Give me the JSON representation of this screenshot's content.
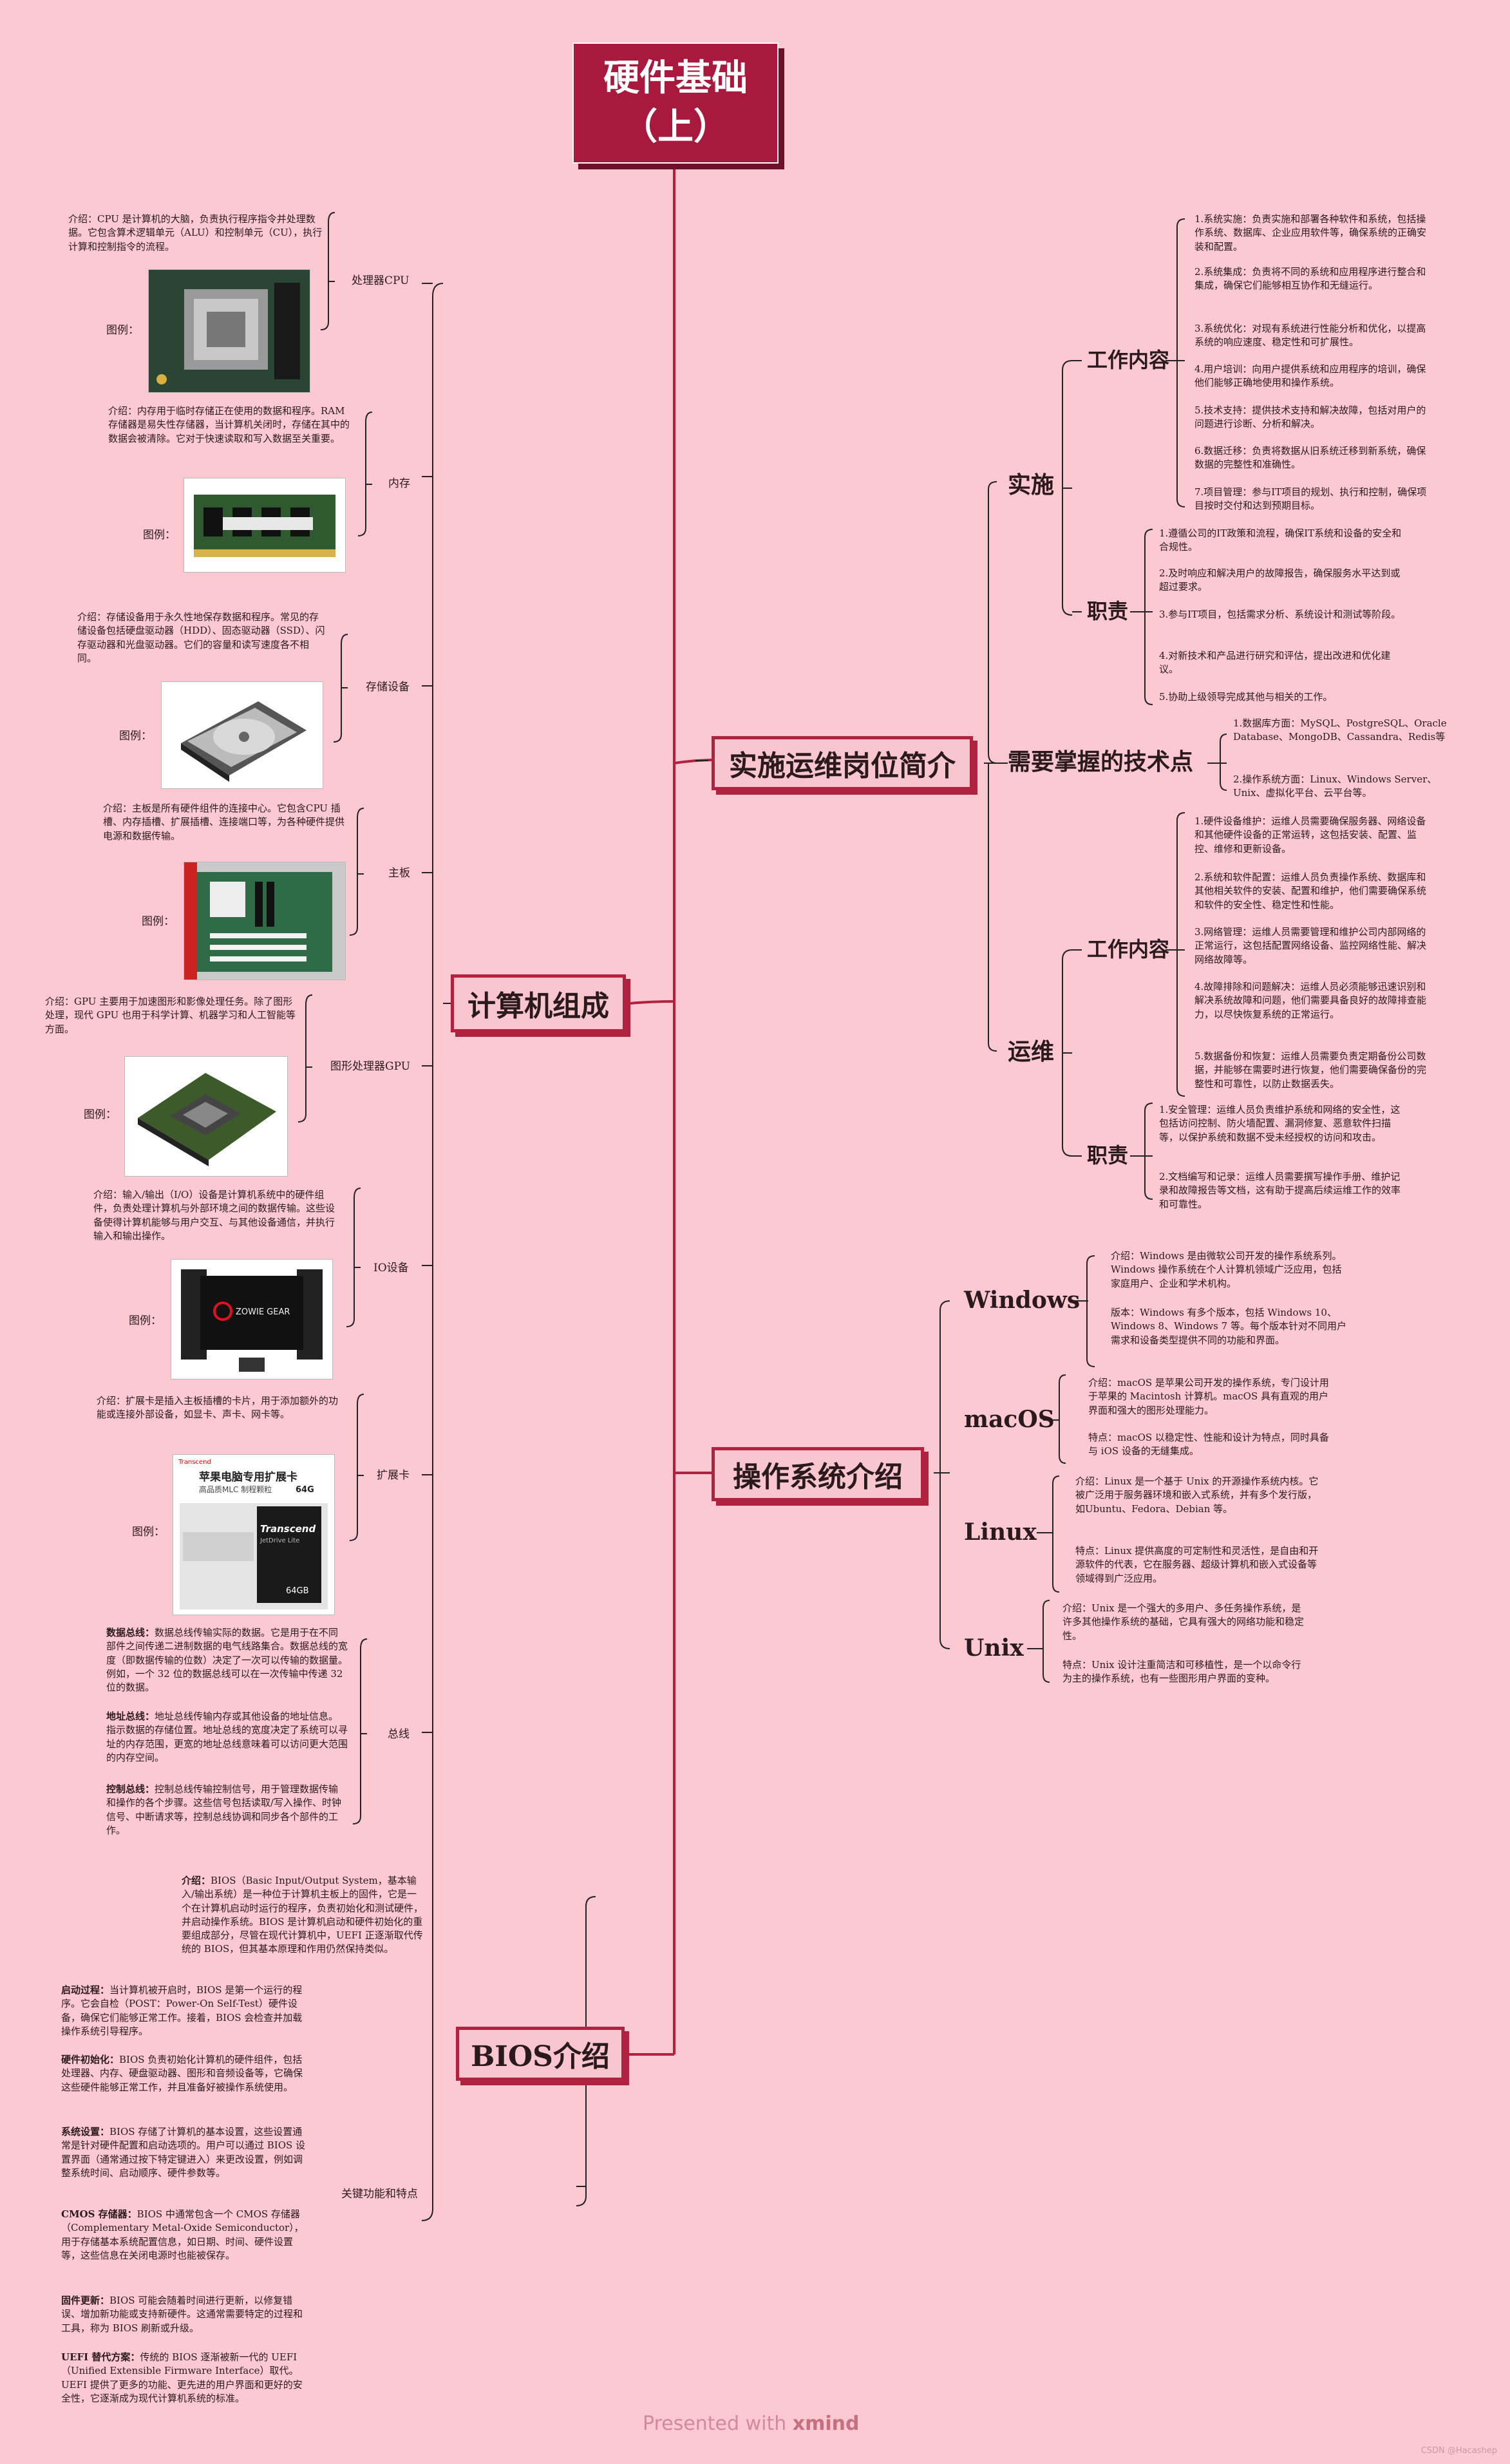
{
  "root": {
    "line1": "硬件基础",
    "line2": "（上）"
  },
  "watermark": {
    "presented": "Presented with ",
    "brand": "xmind"
  },
  "footer": "CSDN @Hacashep",
  "computer": {
    "title": "计算机组成",
    "cpu": {
      "label": "处理器CPU",
      "intro": "介绍：CPU 是计算机的大脑，负责执行程序指令并处理数据。它包含算术逻辑单元（ALU）和控制单元（CU），执行计算和控制指令的流程。",
      "fig": "图例："
    },
    "ram": {
      "label": "内存",
      "intro": "介绍：内存用于临时存储正在使用的数据和程序。RAM 存储器是易失性存储器，当计算机关闭时，存储在其中的数据会被清除。它对于快速读取和写入数据至关重要。",
      "fig": "图例："
    },
    "storage": {
      "label": "存储设备",
      "intro": "介绍：存储设备用于永久性地保存数据和程序。常见的存储设备包括硬盘驱动器（HDD）、固态驱动器（SSD）、闪存驱动器和光盘驱动器。它们的容量和读写速度各不相同。",
      "fig": "图例："
    },
    "mobo": {
      "label": "主板",
      "intro": "介绍：主板是所有硬件组件的连接中心。它包含CPU 插槽、内存插槽、扩展插槽、连接端口等，为各种硬件提供电源和数据传输。",
      "fig": "图例："
    },
    "gpu": {
      "label": "图形处理器GPU",
      "intro": "介绍：GPU 主要用于加速图形和影像处理任务。除了图形处理，现代 GPU 也用于科学计算、机器学习和人工智能等方面。",
      "fig": "图例："
    },
    "io": {
      "label": "IO设备",
      "intro": "介绍：输入/输出（I/O）设备是计算机系统中的硬件组件，负责处理计算机与外部环境之间的数据传输。这些设备使得计算机能够与用户交互、与其他设备通信，并执行输入和输出操作。",
      "fig": "图例：",
      "monitor_brand": "ZOWIE GEAR"
    },
    "exp": {
      "label": "扩展卡",
      "intro": "介绍：扩展卡是插入主板插槽的卡片，用于添加额外的功能或连接外部设备，如显卡、声卡、网卡等。",
      "fig": "图例：",
      "card_title": "苹果电脑专用扩展卡",
      "card_sub": "高品质MLC 制程颗粒",
      "card_size": "64G",
      "card_brand": "Transcend",
      "card_model": "JetDrive Lite",
      "card_cap": "64GB",
      "card_top": "Transcend"
    },
    "bus": {
      "label": "总线",
      "data": {
        "k": "数据总线：",
        "v": "数据总线传输实际的数据。它是用于在不同部件之间传递二进制数据的电气线路集合。数据总线的宽度（即数据传输的位数）决定了一次可以传输的数据量。例如，一个 32 位的数据总线可以在一次传输中传递 32 位的数据。"
      },
      "addr": {
        "k": "地址总线：",
        "v": "地址总线传输内存或其他设备的地址信息。指示数据的存储位置。地址总线的宽度决定了系统可以寻址的内存范围，更宽的地址总线意味着可以访问更大范围的内存空间。"
      },
      "ctrl": {
        "k": "控制总线：",
        "v": "控制总线传输控制信号，用于管理数据传输和操作的各个步骤。这些信号包括读取/写入操作、时钟信号、中断请求等，控制总线协调和同步各个部件的工作。"
      }
    }
  },
  "bios": {
    "title": "BIOS介绍",
    "intro_k": "介绍：",
    "intro": "BIOS（Basic Input/Output System，基本输入/输出系统）是一种位于计算机主板上的固件，它是一个在计算机启动时运行的程序，负责初始化和测试硬件，并启动操作系统。BIOS 是计算机启动和硬件初始化的重要组成部分，尽管在现代计算机中，UEFI 正逐渐取代传统的 BIOS，但其基本原理和作用仍然保持类似。",
    "label": "关键功能和特点",
    "items": [
      {
        "k": "启动过程：",
        "v": "当计算机被开启时，BIOS 是第一个运行的程序。它会自检（POST：Power-On Self-Test）硬件设备，确保它们能够正常工作。接着，BIOS 会检查并加载操作系统引导程序。"
      },
      {
        "k": "硬件初始化：",
        "v": "BIOS 负责初始化计算机的硬件组件，包括处理器、内存、硬盘驱动器、图形和音频设备等，它确保这些硬件能够正常工作，并且准备好被操作系统使用。"
      },
      {
        "k": "系统设置：",
        "v": "BIOS 存储了计算机的基本设置，这些设置通常是针对硬件配置和启动选项的。用户可以通过 BIOS 设置界面（通常通过按下特定键进入）来更改设置，例如调整系统时间、启动顺序、硬件参数等。"
      },
      {
        "k": "CMOS 存储器：",
        "v": "BIOS 中通常包含一个 CMOS 存储器（Complementary Metal-Oxide Semiconductor），用于存储基本系统配置信息，如日期、时间、硬件设置等，这些信息在关闭电源时也能被保存。"
      },
      {
        "k": "固件更新：",
        "v": "BIOS 可能会随着时间进行更新，以修复错误、增加新功能或支持新硬件。这通常需要特定的过程和工具，称为 BIOS 刷新或升级。"
      },
      {
        "k": "UEFI 替代方案：",
        "v": "传统的 BIOS 逐渐被新一代的 UEFI（Unified Extensible Firmware Interface）取代。UEFI 提供了更多的功能、更先进的用户界面和更好的安全性，它逐渐成为现代计算机系统的标准。"
      }
    ]
  },
  "ops": {
    "title": "实施运维岗位简介",
    "impl": {
      "title": "实施",
      "work": "工作内容",
      "work_items": [
        "1.系统实施：负责实施和部署各种软件和系统，包括操作系统、数据库、企业应用软件等，确保系统的正确安装和配置。",
        "2.系统集成：负责将不同的系统和应用程序进行整合和集成，确保它们能够相互协作和无缝运行。",
        "3.系统优化：对现有系统进行性能分析和优化，以提高系统的响应速度、稳定性和可扩展性。",
        "4.用户培训：向用户提供系统和应用程序的培训，确保他们能够正确地使用和操作系统。",
        "5.技术支持：提供技术支持和解决故障，包括对用户的问题进行诊断、分析和解决。",
        "6.数据迁移：负责将数据从旧系统迁移到新系统，确保数据的完整性和准确性。",
        "7.项目管理：参与IT项目的规划、执行和控制，确保项目按时交付和达到预期目标。"
      ],
      "duty": "职责",
      "duty_items": [
        "1.遵循公司的IT政策和流程，确保IT系统和设备的安全和合规性。",
        "2.及时响应和解决用户的故障报告，确保服务水平达到或超过要求。",
        "3.参与IT项目，包括需求分析、系统设计和测试等阶段。",
        "4.对新技术和产品进行研究和评估，提出改进和优化建议。",
        "5.协助上级领导完成其他与相关的工作。"
      ]
    },
    "skills": {
      "title": "需要掌握的技术点",
      "items": [
        "1.数据库方面：MySQL、PostgreSQL、Oracle Database、MongoDB、Cassandra、Redis等",
        "2.操作系统方面：Linux、Windows Server、Unix、虚拟化平台、云平台等。"
      ]
    },
    "maint": {
      "title": "运维",
      "work": "工作内容",
      "work_items": [
        "1.硬件设备维护：运维人员需要确保服务器、网络设备和其他硬件设备的正常运转，这包括安装、配置、监控、维修和更新设备。",
        "2.系统和软件配置：运维人员负责操作系统、数据库和其他相关软件的安装、配置和维护，他们需要确保系统和软件的安全性、稳定性和性能。",
        "3.网络管理：运维人员需要管理和维护公司内部网络的正常运行，这包括配置网络设备、监控网络性能、解决网络故障等。",
        "4.故障排除和问题解决：运维人员必须能够迅速识别和解决系统故障和问题，他们需要具备良好的故障排查能力，以尽快恢复系统的正常运行。",
        "5.数据备份和恢复：运维人员需要负责定期备份公司数据，并能够在需要时进行恢复，他们需要确保备份的完整性和可靠性，以防止数据丢失。"
      ],
      "duty": "职责",
      "duty_items": [
        "1.安全管理：运维人员负责维护系统和网络的安全性，这包括访问控制、防火墙配置、漏洞修复、恶意软件扫描等，以保护系统和数据不受未经授权的访问和攻击。",
        "2.文档编写和记录：运维人员需要撰写操作手册、维护记录和故障报告等文档，这有助于提高后续运维工作的效率和可靠性。"
      ]
    }
  },
  "os": {
    "title": "操作系统介绍",
    "items": [
      {
        "name": "Windows",
        "a": "介绍：Windows 是由微软公司开发的操作系统系列。Windows 操作系统在个人计算机领域广泛应用，包括家庭用户、企业和学术机构。",
        "b": "版本：Windows 有多个版本，包括 Windows 10、Windows 8、Windows 7 等。每个版本针对不同用户需求和设备类型提供不同的功能和界面。"
      },
      {
        "name": "macOS",
        "a": "介绍：macOS 是苹果公司开发的操作系统，专门设计用于苹果的 Macintosh 计算机。macOS 具有直观的用户界面和强大的图形处理能力。",
        "b": "特点：macOS 以稳定性、性能和设计为特点，同时具备与 iOS 设备的无缝集成。"
      },
      {
        "name": "Linux",
        "a": "介绍：Linux 是一个基于 Unix 的开源操作系统内核。它被广泛用于服务器环境和嵌入式系统，并有多个发行版，如Ubuntu、Fedora、Debian 等。",
        "b": "特点：Linux 提供高度的可定制性和灵活性，是自由和开源软件的代表，它在服务器、超级计算机和嵌入式设备等领域得到广泛应用。"
      },
      {
        "name": "Unix",
        "a": "介绍：Unix 是一个强大的多用户、多任务操作系统，是许多其他操作系统的基础，它具有强大的网络功能和稳定性。",
        "b": "特点：Unix 设计注重简洁和可移植性，是一个以命令行为主的操作系统，也有一些图形用户界面的变种。"
      }
    ]
  }
}
